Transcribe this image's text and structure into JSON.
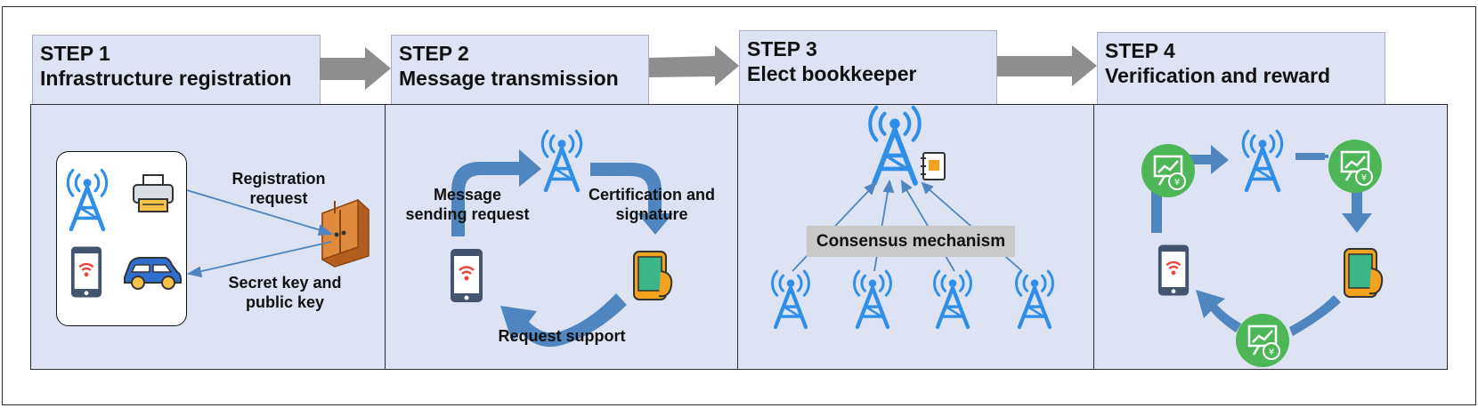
{
  "steps": [
    {
      "number": "STEP 1",
      "title": "Infrastructure registration"
    },
    {
      "number": "STEP 2",
      "title": "Message transmission"
    },
    {
      "number": "STEP 3",
      "title": "Elect bookkeeper"
    },
    {
      "number": "STEP 4",
      "title": "Verification and reward"
    }
  ],
  "panel1": {
    "registration_request": [
      "Registration",
      "request"
    ],
    "secret_key": [
      "Secret key and",
      "public key"
    ]
  },
  "panel2": {
    "message_sending_request": [
      "Message",
      "sending request"
    ],
    "certification": [
      "Certification and",
      "signature"
    ],
    "request_support": "Request support"
  },
  "panel3": {
    "consensus": "Consensus mechanism"
  },
  "colors": {
    "panel_bg": "#dde3f2",
    "tower_blue": "#2f8fe8",
    "flow_blue": "#4f86c0",
    "arrow_gray": "#8e8e8e",
    "reward_green": "#4db657",
    "phone_navy": "#44546e",
    "phone_orange": "#f2a21c",
    "wifi_red": "#e8463a",
    "server_orange": "#d9782c"
  },
  "icons": [
    "antenna-tower-icon",
    "printer-icon",
    "smartphone-icon",
    "car-icon",
    "server-cabinet-icon",
    "ledger-book-icon",
    "reward-chart-icon"
  ]
}
